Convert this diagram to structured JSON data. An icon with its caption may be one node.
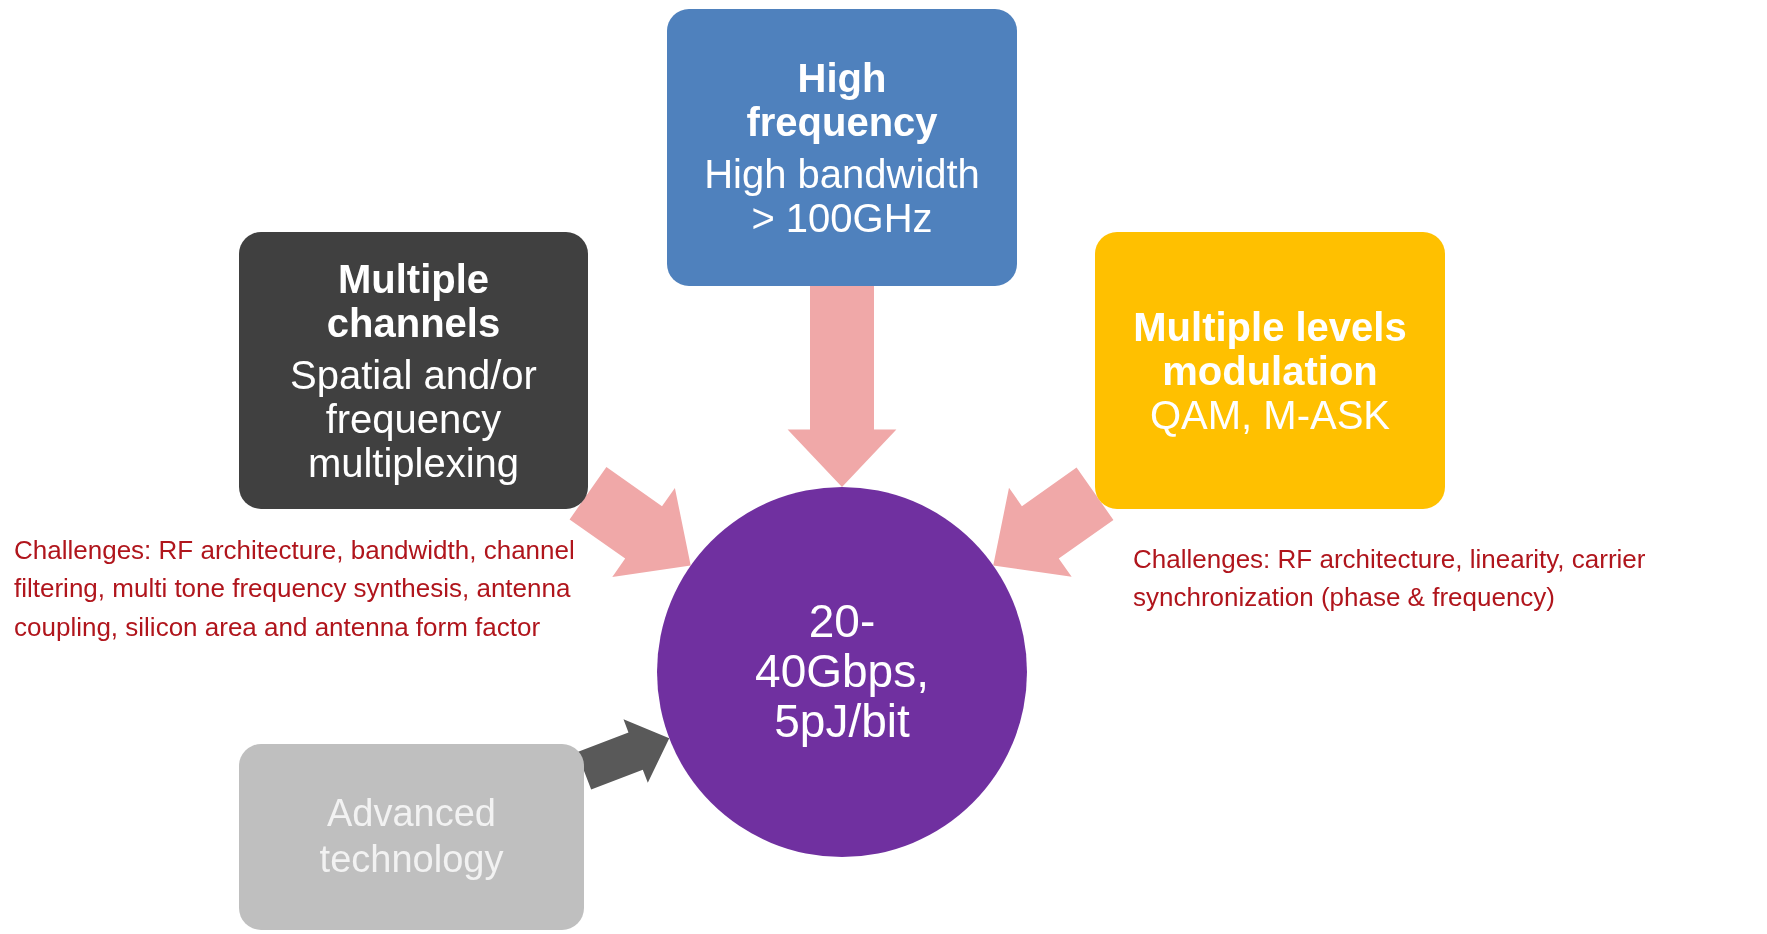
{
  "diagram": {
    "nodes": [
      {
        "text": [
          "High frequency",
          "High bandwidth > 100GHz"
        ]
      },
      {
        "text": [
          "Multiple channels",
          "Spatial and/or frequency multiplexing"
        ],
        "beside": [
          "Challenges: RF architecture, bandwidth, channel filtering, multi tone frequency synthesis, antenna coupling, silicon area and antenna form factor"
        ]
      },
      {
        "text": [
          "Multiple levels modulation",
          "QAM, M-ASK"
        ],
        "beside": [
          "Challenges: RF architecture, linearity, carrier synchronization (phase & frequency)"
        ]
      },
      {
        "text": [
          "20-40Gbps, 5pJ/bit"
        ]
      },
      {
        "text": [
          "Advanced technology"
        ]
      }
    ],
    "edges": [
      {
        "from": 0,
        "to": 3,
        "arrow": "to",
        "style": "thick"
      },
      {
        "from": 1,
        "to": 3,
        "arrow": "to",
        "style": "thick"
      },
      {
        "from": 2,
        "to": 3,
        "arrow": "to",
        "style": "thick"
      },
      {
        "from": 4,
        "to": 3,
        "arrow": "to",
        "style": "thick",
        "color": "#595959"
      }
    ]
  }
}
